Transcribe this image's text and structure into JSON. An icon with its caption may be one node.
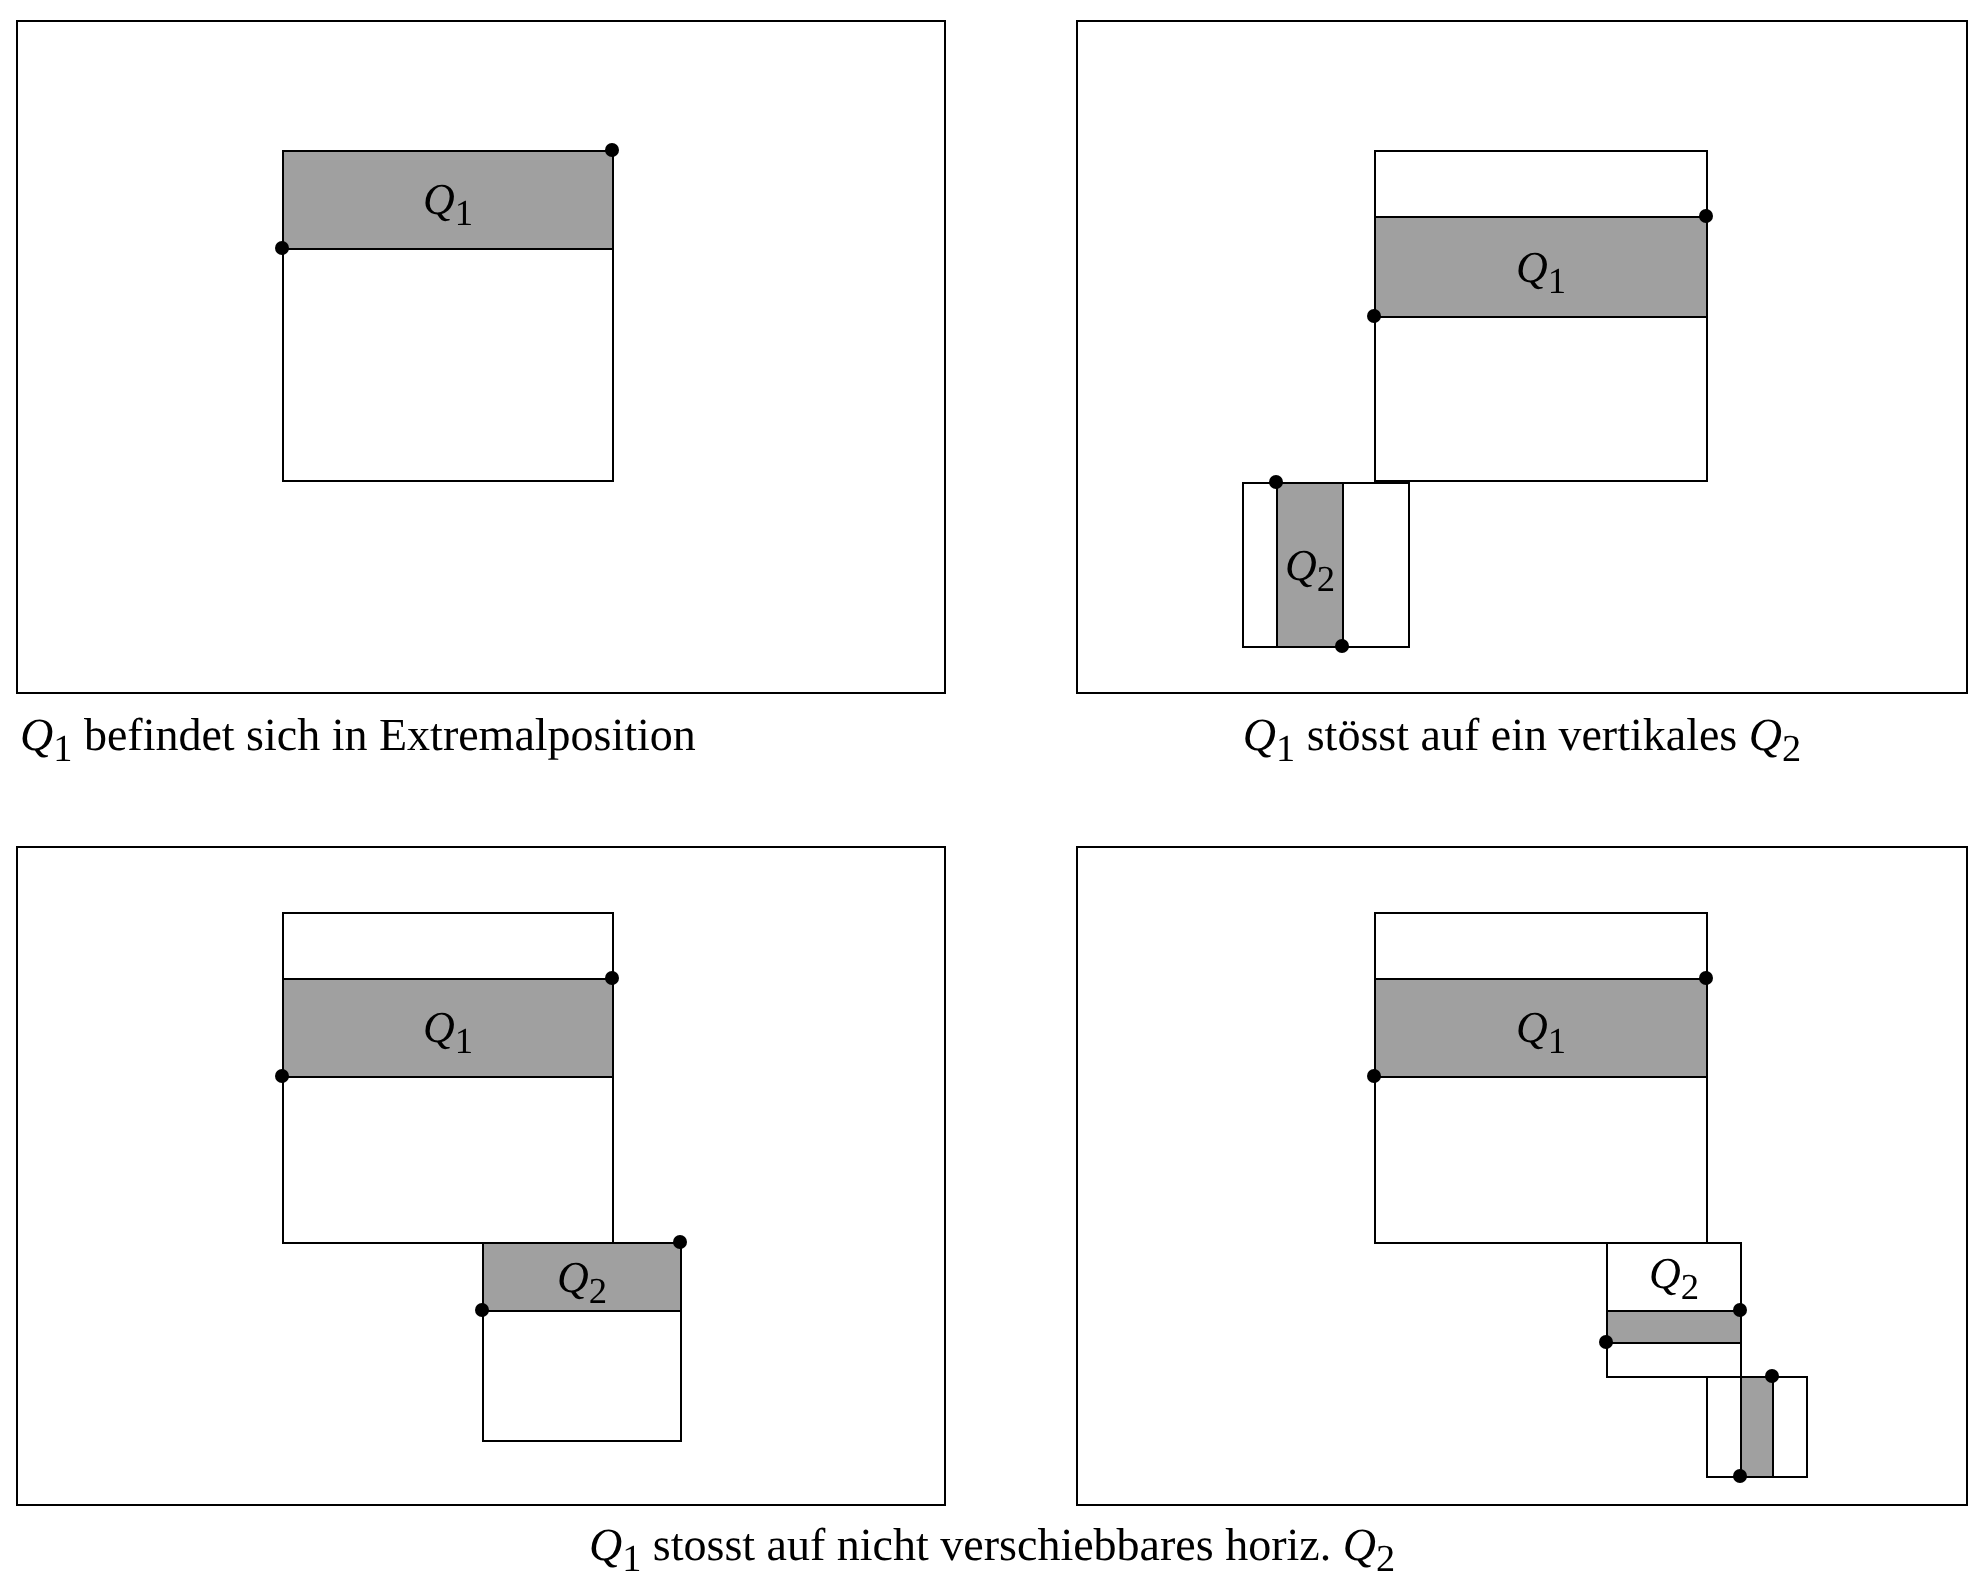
{
  "diagram": {
    "caption": "*Q*$_{1}$ stosst auf nicht verschiebbares horiz. *Q*$_{2}$",
    "nodes": [
      {
        "text": [],
        "shape": "box",
        "beside": [
          "*Q*$_{1}$ befindet sich in Extremalposition"
        ]
      },
      {
        "text": [],
        "shape": "box",
        "in": 0
      },
      {
        "text": [
          "*Q*$_{1}$"
        ],
        "in": 1
      },
      {
        "text": [],
        "shape": "box",
        "beside": [
          "*Q*$_{1}$ stösst auf ein vertikales *Q*$_{2}$"
        ]
      },
      {
        "text": [],
        "shape": "box",
        "in": 3
      },
      {
        "text": [
          "*Q*$_{1}$"
        ],
        "in": 4
      },
      {
        "text": [],
        "shape": "box",
        "in": 3
      },
      {
        "text": [
          "*Q*$_{2}$"
        ],
        "in": 6
      },
      {
        "text": [],
        "shape": "box"
      },
      {
        "text": [],
        "shape": "box",
        "in": 8
      },
      {
        "text": [
          "*Q*$_{1}$"
        ],
        "in": 9
      },
      {
        "text": [],
        "shape": "box",
        "in": 8
      },
      {
        "text": [
          "*Q*$_{2}$"
        ],
        "in": 11
      },
      {
        "text": [],
        "shape": "box"
      },
      {
        "text": [],
        "shape": "box",
        "in": 13
      },
      {
        "text": [
          "*Q*$_{1}$"
        ],
        "in": 14
      },
      {
        "text": [
          "*Q*$_{2}$"
        ],
        "in": 13
      },
      {
        "text": [],
        "shape": "box",
        "in": 16
      },
      {
        "text": [],
        "shape": "box",
        "in": 13
      },
      {
        "text": [],
        "shape": "box",
        "in": 18
      }
    ]
  }
}
